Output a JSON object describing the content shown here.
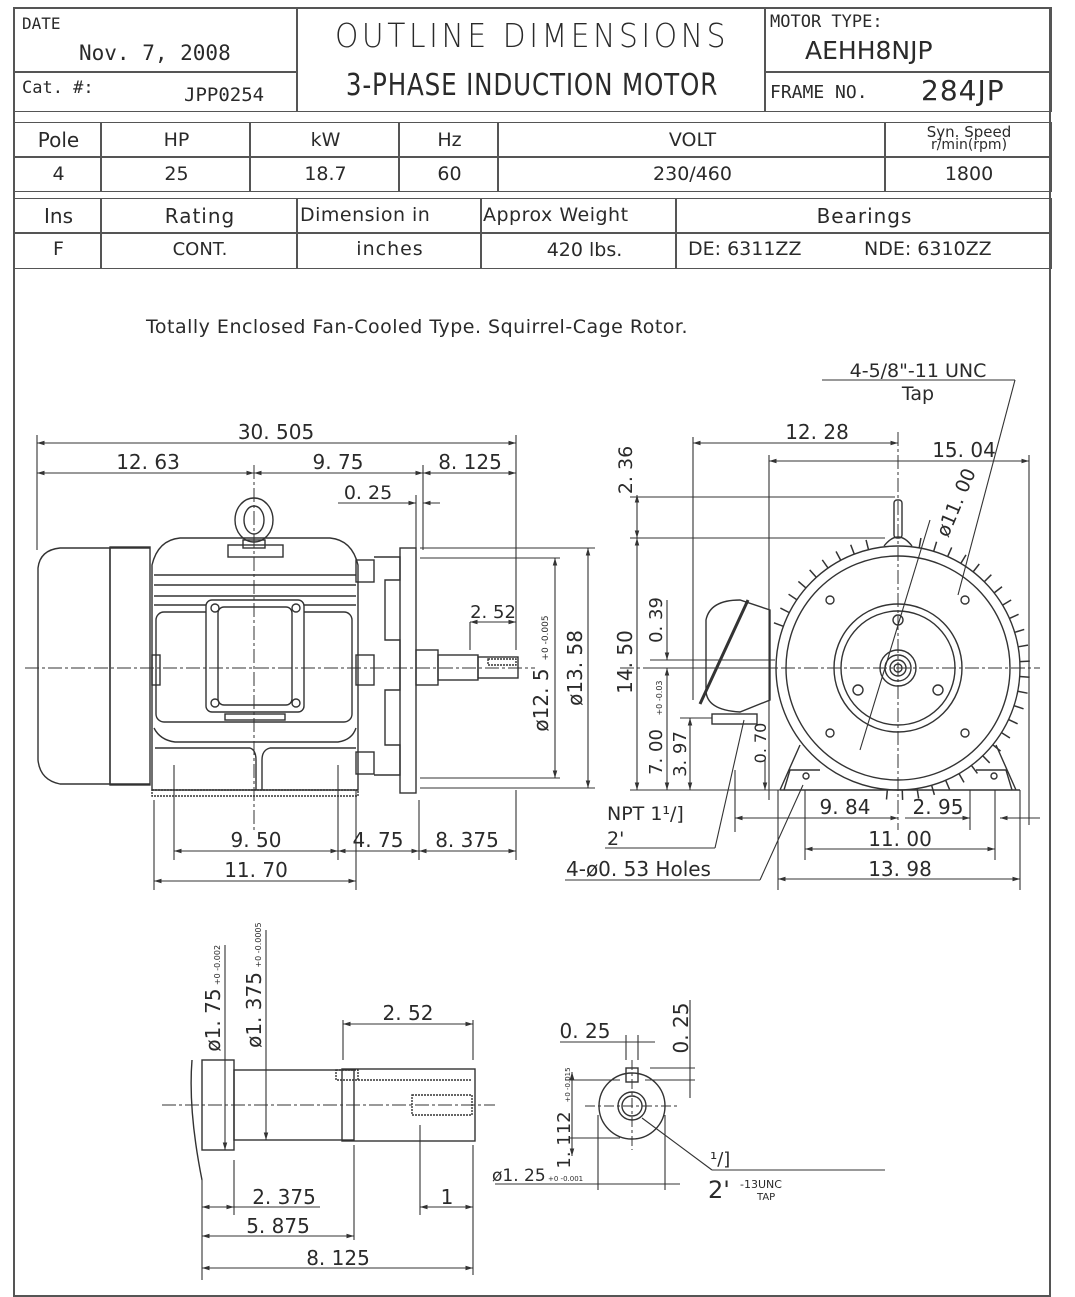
{
  "title_block": {
    "date_label": "DATE",
    "date_value": "Nov. 7, 2008",
    "cat_label": "Cat. #:",
    "cat_value": "JPP0254",
    "title_line1": "OUTLINE DIMENSIONS",
    "title_line2": "3-PHASE  INDUCTION  MOTOR",
    "motor_type_label": "MOTOR TYPE:",
    "motor_type_value": "AEHH8NJP",
    "frame_label": "FRAME NO.",
    "frame_value": "284JP"
  },
  "spec_table_1": {
    "headers": [
      "Pole",
      "HP",
      "kW",
      "Hz",
      "VOLT",
      "Syn. Speed",
      "r/min(rpm)"
    ],
    "values": [
      "4",
      "25",
      "18.7",
      "60",
      "230/460",
      "1800"
    ]
  },
  "spec_table_2": {
    "headers": [
      "Ins",
      "Rating",
      "Dimension in",
      "Approx Weight",
      "Bearings"
    ],
    "values": [
      "F",
      "CONT.",
      "inches",
      "420 lbs.",
      "DE: 6311ZZ",
      "NDE: 6310ZZ"
    ]
  },
  "description": "Totally Enclosed Fan-Cooled Type. Squirrel-Cage Rotor.",
  "side_view": {
    "dims": {
      "overall": "30. 505",
      "d1": "12. 63",
      "d2": "9. 75",
      "d3": "8. 125",
      "d4": "0. 25",
      "d5": "2. 52",
      "dia1": "ø12. 5",
      "dia1_tol": "+0 -0.005",
      "dia2": "ø13. 58",
      "b1": "9. 50",
      "b2": "4. 75",
      "b3": "8. 375",
      "b4": "11. 70"
    }
  },
  "front_view": {
    "tap_note_1": "4-5/8\"-11 UNC",
    "tap_note_2": "Tap",
    "dims": {
      "w1": "12. 28",
      "w2": "15. 04",
      "dia": "ø11. 00",
      "h1": "2. 36",
      "h2": "14. 50",
      "h3": "0. 39",
      "h4": "7. 00",
      "h4_tol": "+0 -0.03",
      "h5": "3. 97",
      "h6": "0. 70",
      "b1": "9. 84",
      "b2": "2. 95",
      "b3": "11. 00",
      "b4": "13. 98"
    },
    "npt_note_1": "NPT 1¹/]",
    "npt_note_2": "2'",
    "holes_note": "4-ø0. 53 Holes"
  },
  "shaft_detail": {
    "dia1": "ø1. 75",
    "dia1_tol": "+0 -0.002",
    "dia2": "ø1. 375",
    "dia2_tol": "+0 -0.0005",
    "key_len": "2. 52",
    "d1": "2. 375",
    "d2": "5. 875",
    "d3": "8. 125",
    "d4": "1"
  },
  "shaft_end": {
    "key_w": "0. 25",
    "key_h": "0. 25",
    "key_depth": "1. 112",
    "key_depth_tol": "+0 -0.015",
    "dia": "ø1. 25",
    "dia_tol": "+0 -0.001",
    "tap_1": "¹/]",
    "tap_2": "2'",
    "tap_3": "-13UNC",
    "tap_4": "TAP"
  }
}
